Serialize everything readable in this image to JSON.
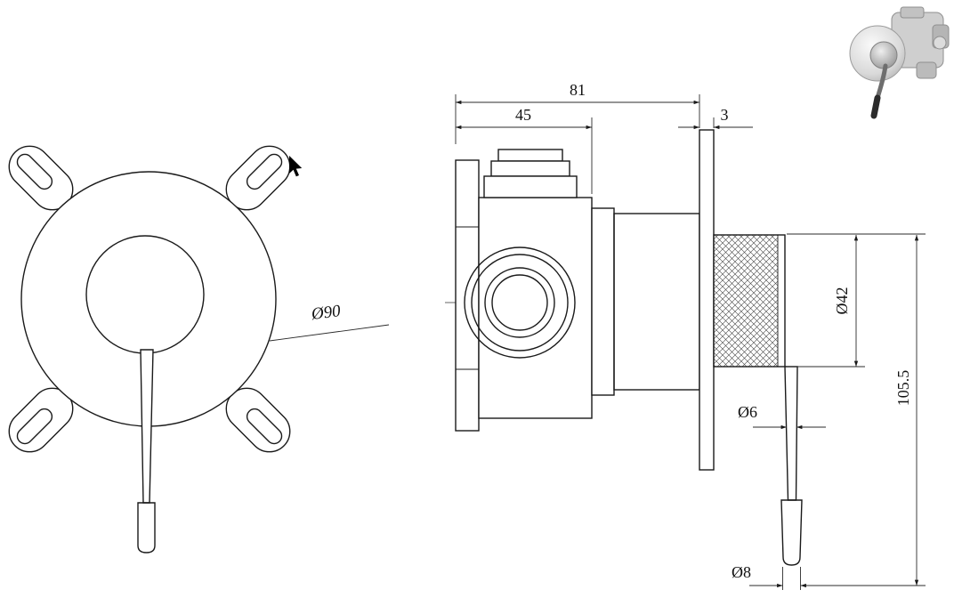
{
  "colors": {
    "line": "#1a1a1a",
    "background": "#ffffff"
  },
  "front_view": {
    "dim_plate_diameter": "Ø90"
  },
  "side_view": {
    "dim_overall_depth": "81",
    "dim_body_depth": "45",
    "dim_plate_thickness": "3",
    "dim_knob_diameter": "Ø42",
    "dim_overall_height": "105.5",
    "dim_stem_diameter": "Ø6",
    "dim_tip_diameter": "Ø8"
  }
}
